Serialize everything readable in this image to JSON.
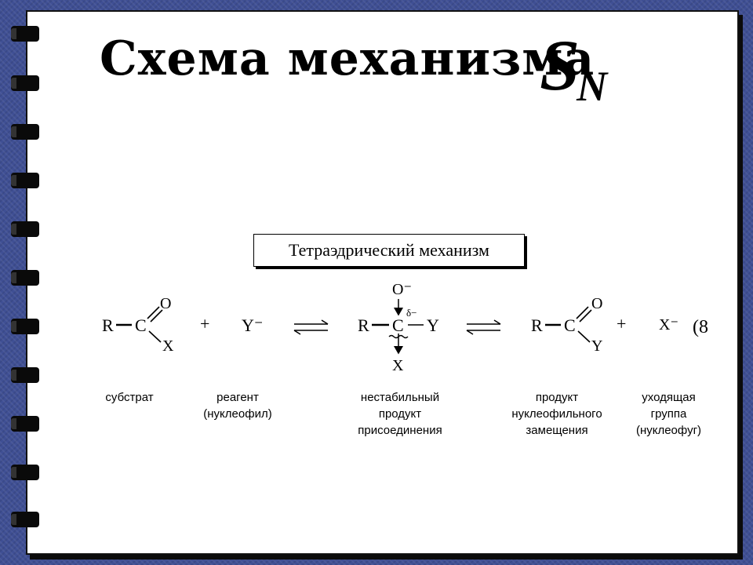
{
  "header": {
    "title": "Схема механизма",
    "sn_main": "S",
    "sn_sub": "N"
  },
  "box_label": "Тетраэдрический механизм",
  "scheme": {
    "substrate": {
      "r": "R",
      "c": "C",
      "o": "O",
      "x": "X"
    },
    "plus1": "+",
    "reagent": "Y⁻",
    "intermediate": {
      "r": "R",
      "c": "C",
      "o_minus": "O⁻",
      "delta": "δ−",
      "y": "Y",
      "x": "X"
    },
    "product": {
      "r": "R",
      "c": "C",
      "o": "O",
      "y": "Y"
    },
    "plus2": "+",
    "leaving": "X⁻",
    "eq_number": "(8"
  },
  "labels": {
    "substrate": "субстрат",
    "reagent": "реагент\n(нуклеофил)",
    "intermediate": "нестабильный\nпродукт\nприсоединения",
    "product": "продукт\nнуклеофильного\nзамещения",
    "leaving": "уходящая\nгруппа\n(нуклеофуг)"
  }
}
